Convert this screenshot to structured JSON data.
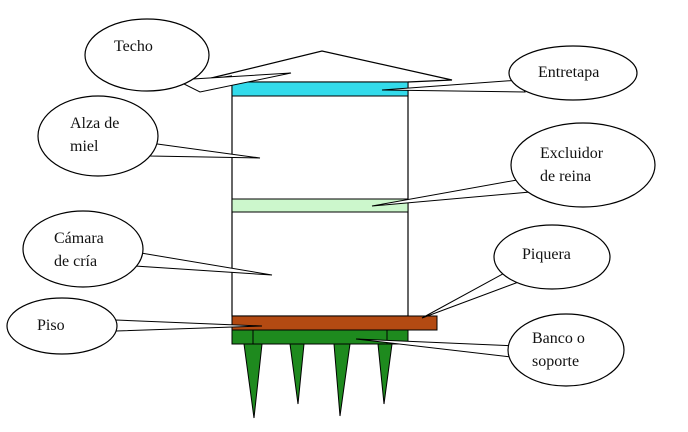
{
  "labels": {
    "techo": "Techo",
    "entretapa": "Entretapa",
    "alza": [
      "Alza de",
      "miel"
    ],
    "excluidor": [
      "Excluidor",
      "de reina"
    ],
    "camara": [
      "Cámara",
      "de cría"
    ],
    "piquera": "Piquera",
    "piso": "Piso",
    "banco": [
      "Banco o",
      "soporte"
    ]
  },
  "colors": {
    "entretapa": "#33dbeb",
    "excluidor": "#ccf7cc",
    "piso": "#b34a12",
    "soporte": "#1e8a1e",
    "outline": "#000000"
  }
}
